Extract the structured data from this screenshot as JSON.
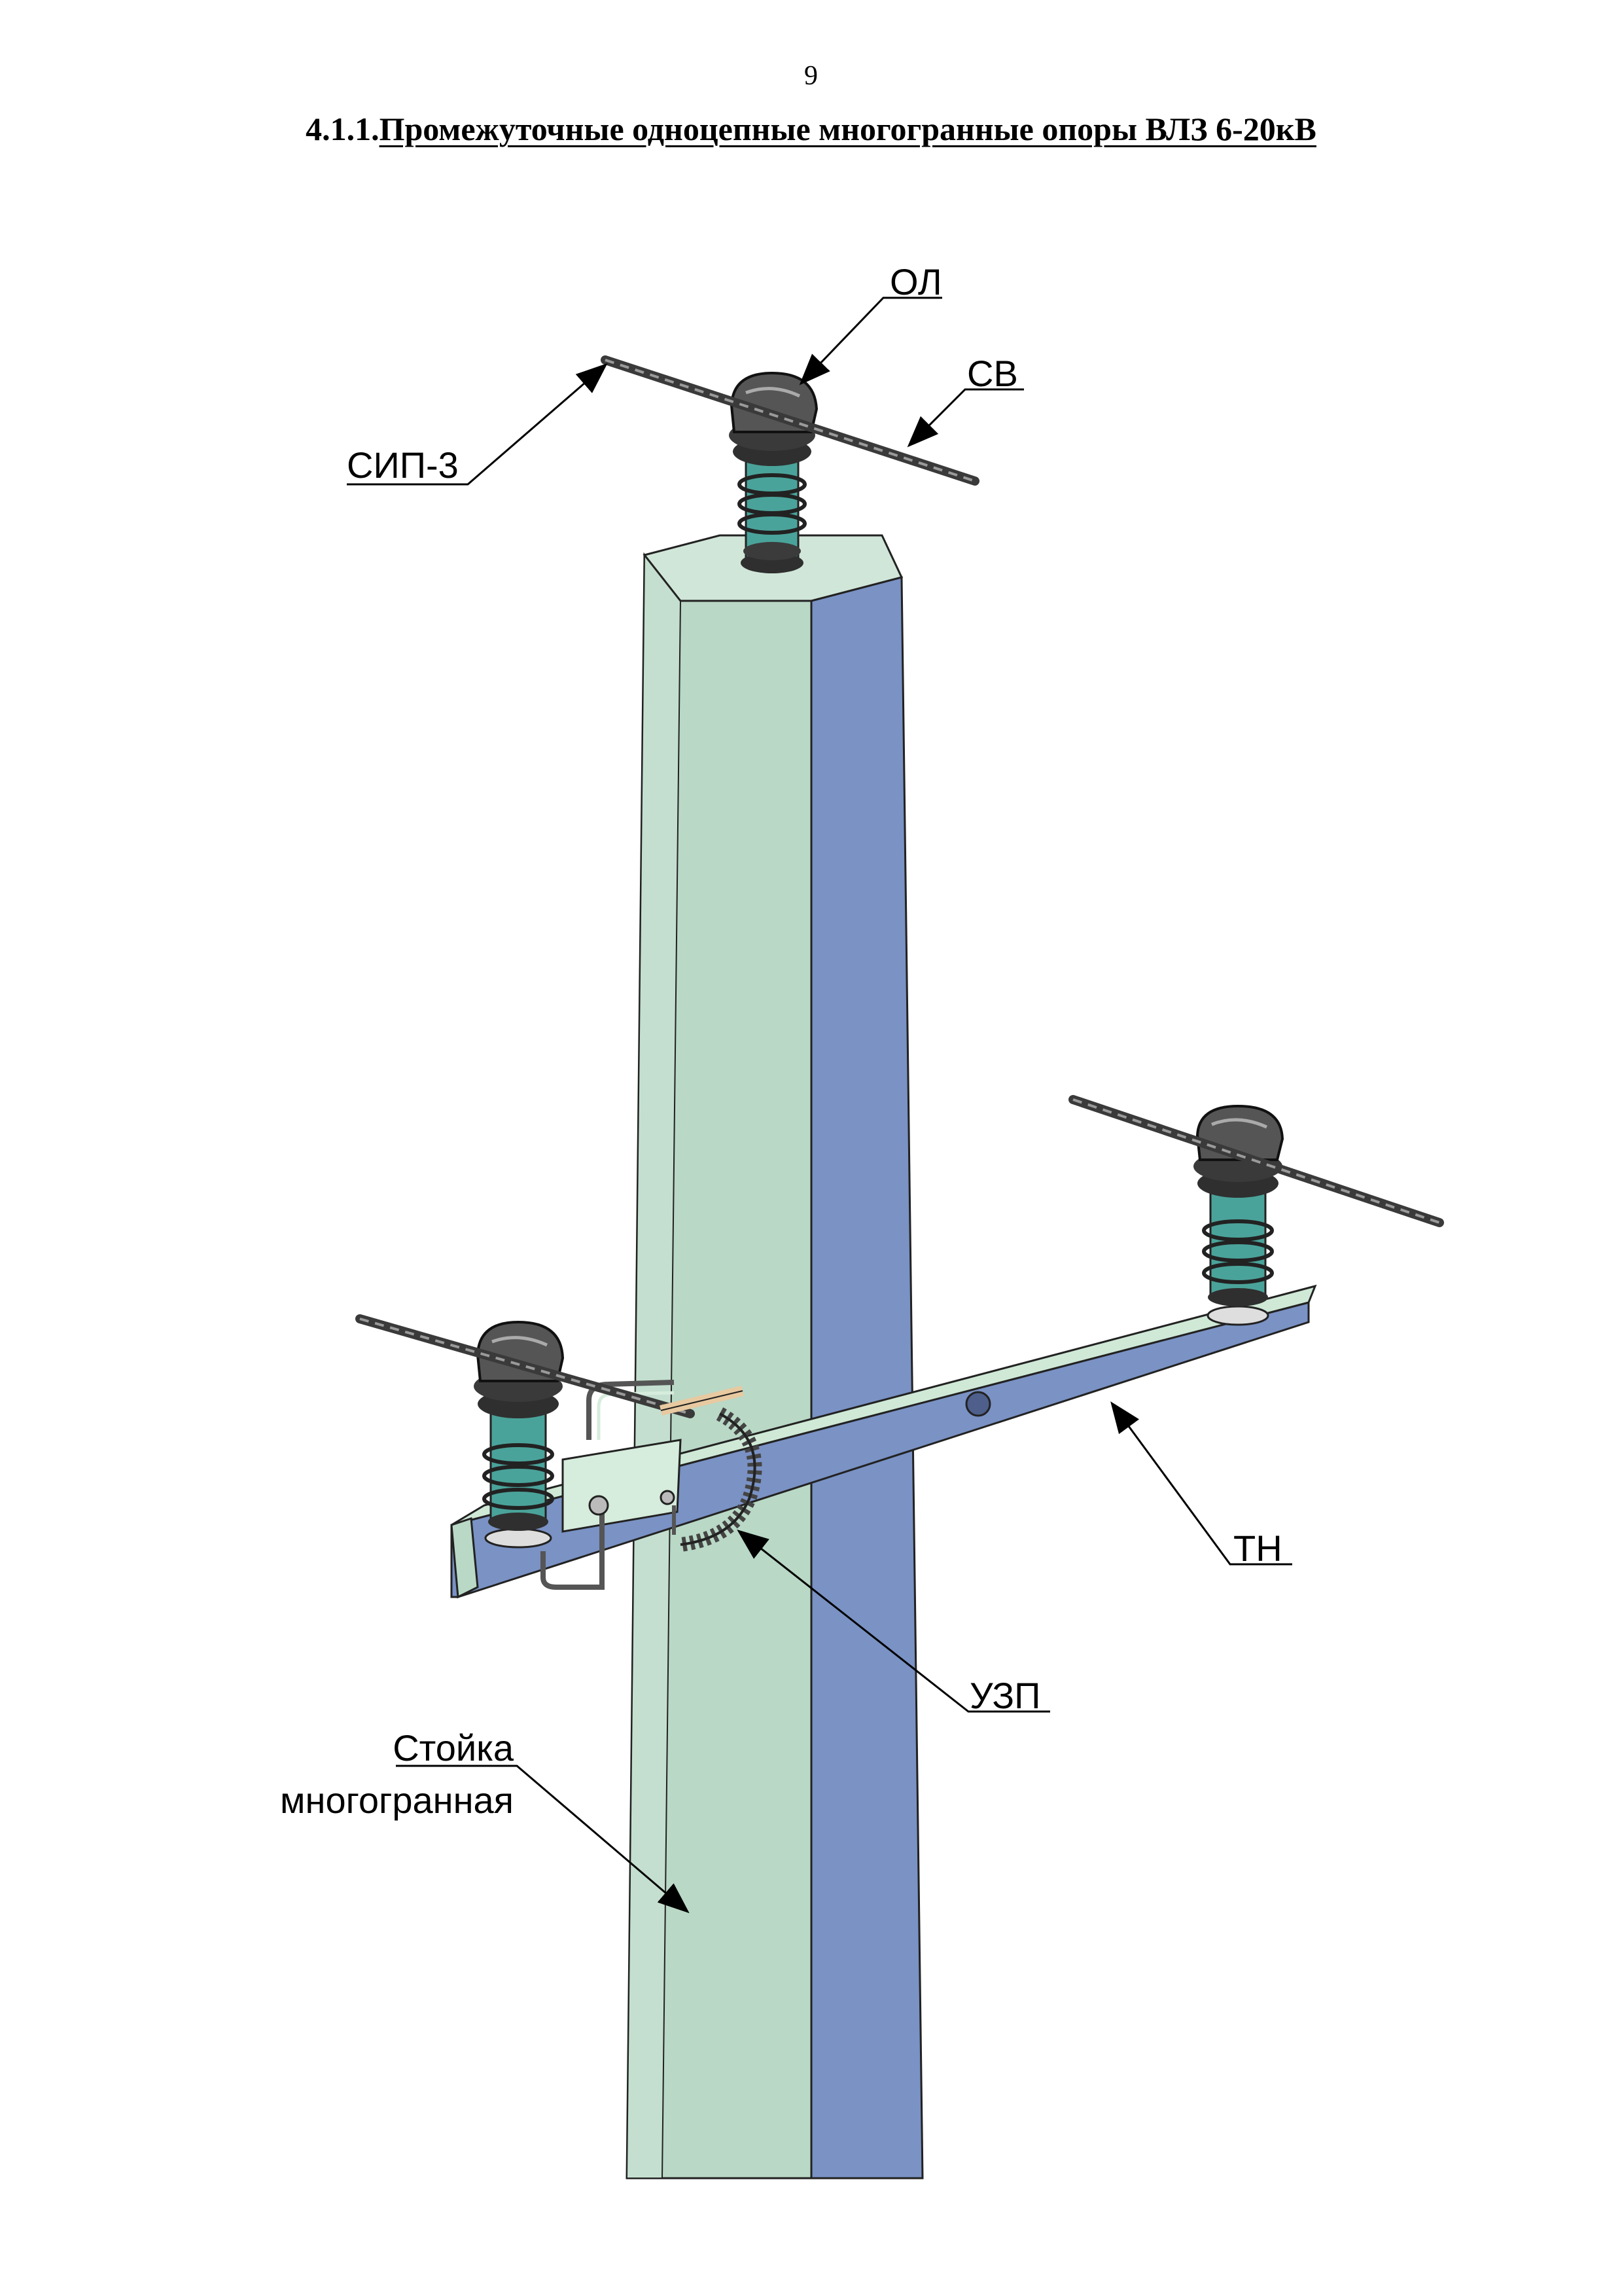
{
  "page_number": "9",
  "heading": {
    "number": "4.1.1.",
    "title": "Промежуточные одноцепные многогранные опоры ВЛЗ 6-20кВ"
  },
  "labels": {
    "ol": "ОЛ",
    "sv": "СВ",
    "sip": "СИП-3",
    "tn": "ТН",
    "uzp": "УЗП",
    "stoika_line1": "Стойка",
    "stoika_line2": "многогранная"
  },
  "colors": {
    "pole_front": "#b9d8c6",
    "pole_side": "#7a92c4",
    "pole_top": "#d0e6d9",
    "insulator": "#4aa39a",
    "insulator_dark": "#2f2f2f",
    "traverse_top": "#cfe9d6",
    "traverse_side": "#7a92c4",
    "wire": "#3a3a3a",
    "grounding": "#e8c9a0"
  }
}
